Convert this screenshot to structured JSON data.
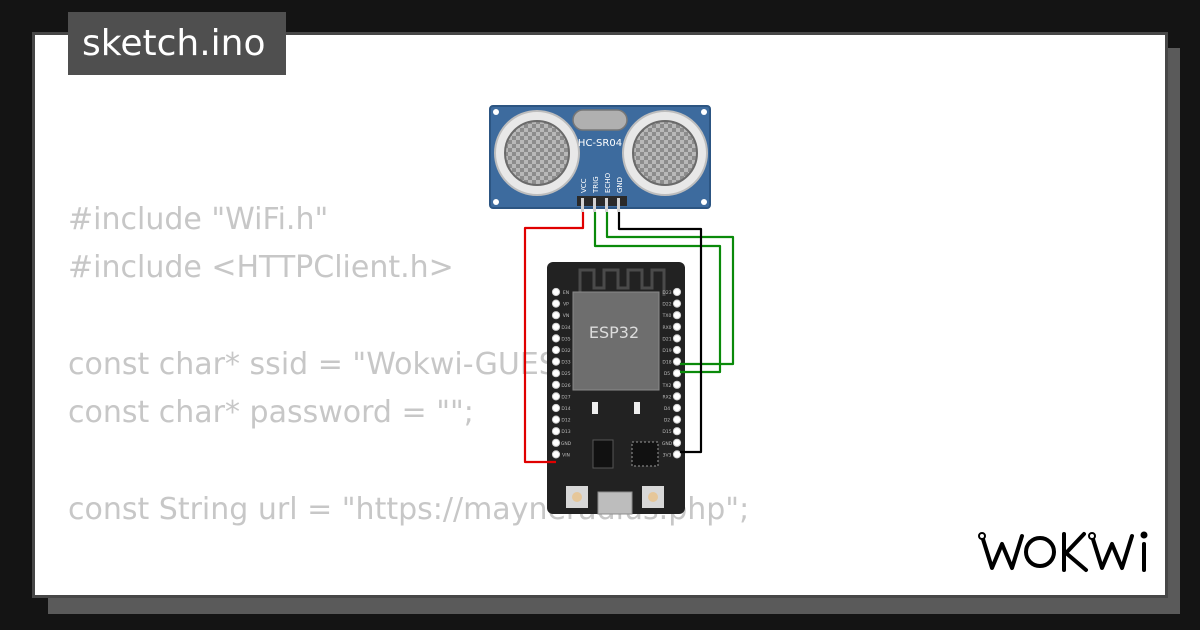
{
  "header": {
    "title": "sketch.ino"
  },
  "code": {
    "lines": [
      "#include \"WiFi.h\"",
      "#include <HTTPClient.h>",
      "",
      "const char* ssid = \"Wokwi-GUEST\";",
      "const char* password = \"\";",
      "",
      "const String url = \"https://mayneradius.php\";"
    ]
  },
  "diagram": {
    "sensor": {
      "label": "HC-SR04",
      "pins": [
        "VCC",
        "TRIG",
        "ECHO",
        "GND"
      ]
    },
    "board": {
      "label": "ESP32",
      "left_pins": [
        "EN",
        "VP",
        "VN",
        "D34",
        "D35",
        "D32",
        "D33",
        "D25",
        "D26",
        "D27",
        "D14",
        "D12",
        "D13",
        "GND",
        "VIN"
      ],
      "right_pins": [
        "D23",
        "D22",
        "TX0",
        "RX0",
        "D21",
        "D19",
        "D18",
        "D5",
        "TX2",
        "RX2",
        "D4",
        "D2",
        "D15",
        "GND",
        "3V3"
      ]
    },
    "wire_colors": {
      "vcc": "#e00000",
      "trig": "#0a8a0a",
      "echo": "#0a8a0a",
      "gnd": "#000000"
    }
  },
  "brand": {
    "name": "WOKWI"
  },
  "colors": {
    "background": "#141414",
    "card": "#ffffff",
    "tab": "#4f4f4f",
    "code_text": "#c7c7c7",
    "sensor_pcb": "#3d6b9e",
    "board_pcb": "#222222"
  }
}
